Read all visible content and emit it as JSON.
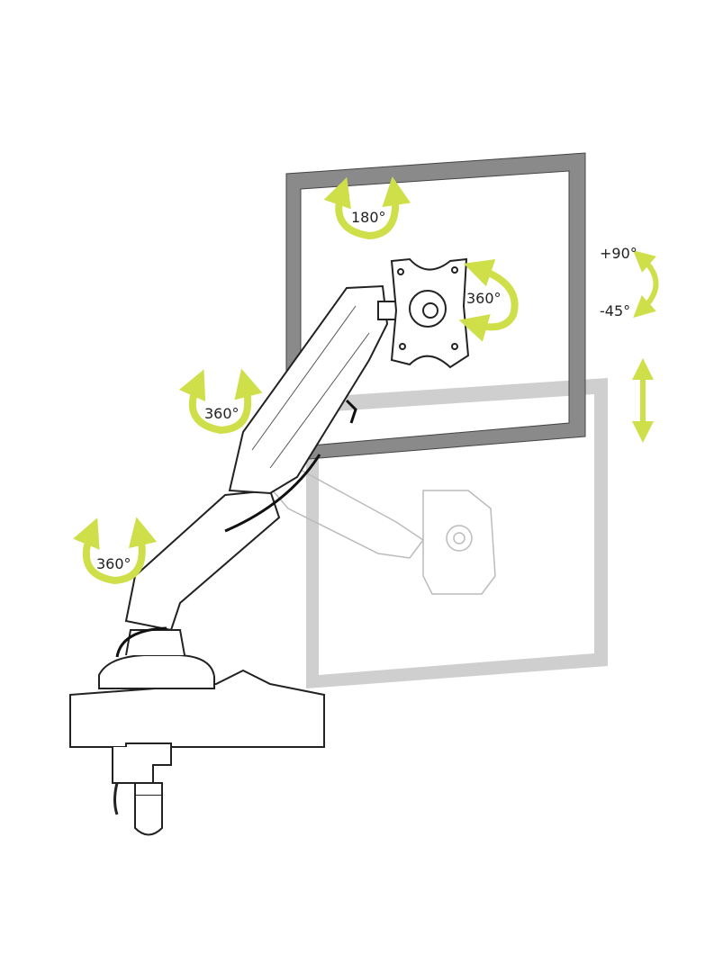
{
  "colors": {
    "accent": "#cfdf4a",
    "frame": "#8a8a8a",
    "ghost_frame": "#cfcfcf",
    "line": "#222222"
  },
  "labels": {
    "vesa_top_rotation": "180°",
    "vesa_rotation": "360°",
    "arm_joint_rotation": "360°",
    "base_rotation": "360°",
    "tilt_up": "+90°",
    "tilt_down": "-45°"
  },
  "icons": [
    "rotation-arrow-icon",
    "tilt-arrow-icon",
    "height-arrow-icon"
  ]
}
